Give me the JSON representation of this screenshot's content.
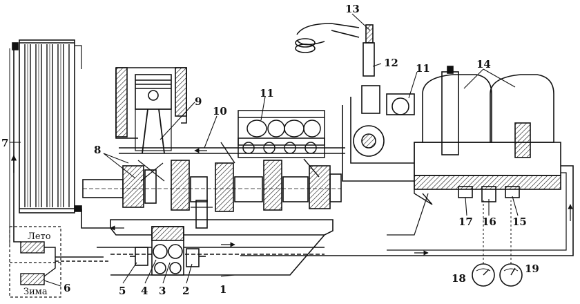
{
  "callouts": [
    {
      "id": "1",
      "text": "1"
    },
    {
      "id": "2",
      "text": "2"
    },
    {
      "id": "3",
      "text": "3"
    },
    {
      "id": "4",
      "text": "4"
    },
    {
      "id": "5",
      "text": "5"
    },
    {
      "id": "6",
      "text": "6"
    },
    {
      "id": "7",
      "text": "7"
    },
    {
      "id": "8",
      "text": "8"
    },
    {
      "id": "9",
      "text": "9"
    },
    {
      "id": "10",
      "text": "10"
    },
    {
      "id": "11a",
      "text": "11"
    },
    {
      "id": "11b",
      "text": "11"
    },
    {
      "id": "12",
      "text": "12"
    },
    {
      "id": "13",
      "text": "13"
    },
    {
      "id": "14",
      "text": "14"
    },
    {
      "id": "15",
      "text": "15"
    },
    {
      "id": "16",
      "text": "16"
    },
    {
      "id": "17",
      "text": "17"
    },
    {
      "id": "18",
      "text": "18"
    },
    {
      "id": "19",
      "text": "19"
    }
  ],
  "valve_labels": {
    "summer": "Лето",
    "winter": "Зима"
  },
  "colors": {
    "ink": "#111111",
    "paper": "#ffffff"
  }
}
